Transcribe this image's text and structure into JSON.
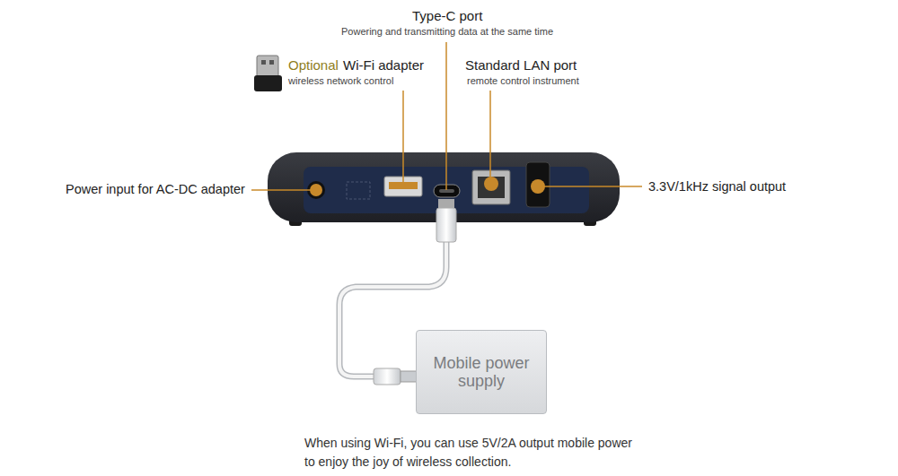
{
  "diagram": {
    "caption": "When using Wi-Fi, you can use 5V/2A output mobile power to enjoy the joy of wireless collection.",
    "nodes": [
      {
        "text": [
          "Mobile power supply"
        ]
      }
    ],
    "labels": [
      "Type-C port",
      "Powering and transmitting data at the same time",
      "Optional",
      "Wi-Fi adapter",
      "wireless network control",
      "Standard LAN port",
      "remote control instrument",
      "Power input for AC-DC adapter",
      "3.3V/1kHz signal output"
    ]
  }
}
